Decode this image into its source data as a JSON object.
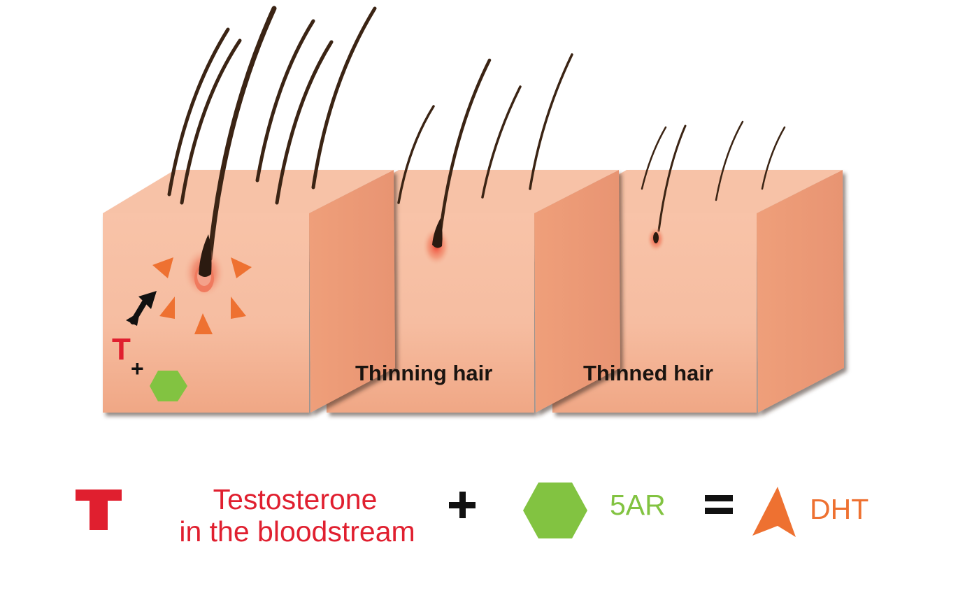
{
  "stages": {
    "thinning_label": "Thinning hair",
    "thinned_label": "Thinned hair"
  },
  "scalp_symbols": {
    "testosterone_symbol": "T",
    "plus_symbol": "+"
  },
  "legend": {
    "testosterone_symbol": "T",
    "testosterone_line1": "Testosterone",
    "testosterone_line2": "in the bloodstream",
    "plus": "+",
    "enzyme_label": "5AR",
    "equals": "=",
    "dht_label": "DHT"
  },
  "colors": {
    "testosterone": "#e01f2f",
    "enzyme": "#82c341",
    "dht": "#ee7131",
    "skin_front": "#f6b99c",
    "skin_top": "#f7c1a6",
    "skin_side": "#eb9d78",
    "hair": "#3b2414",
    "stage_text": "#1a1410"
  },
  "icons": {
    "testosterone": "T-letter-icon",
    "enzyme": "green-hexagon-icon",
    "dht": "orange-arrowhead-icon",
    "transport": "black-arrow-icon"
  }
}
